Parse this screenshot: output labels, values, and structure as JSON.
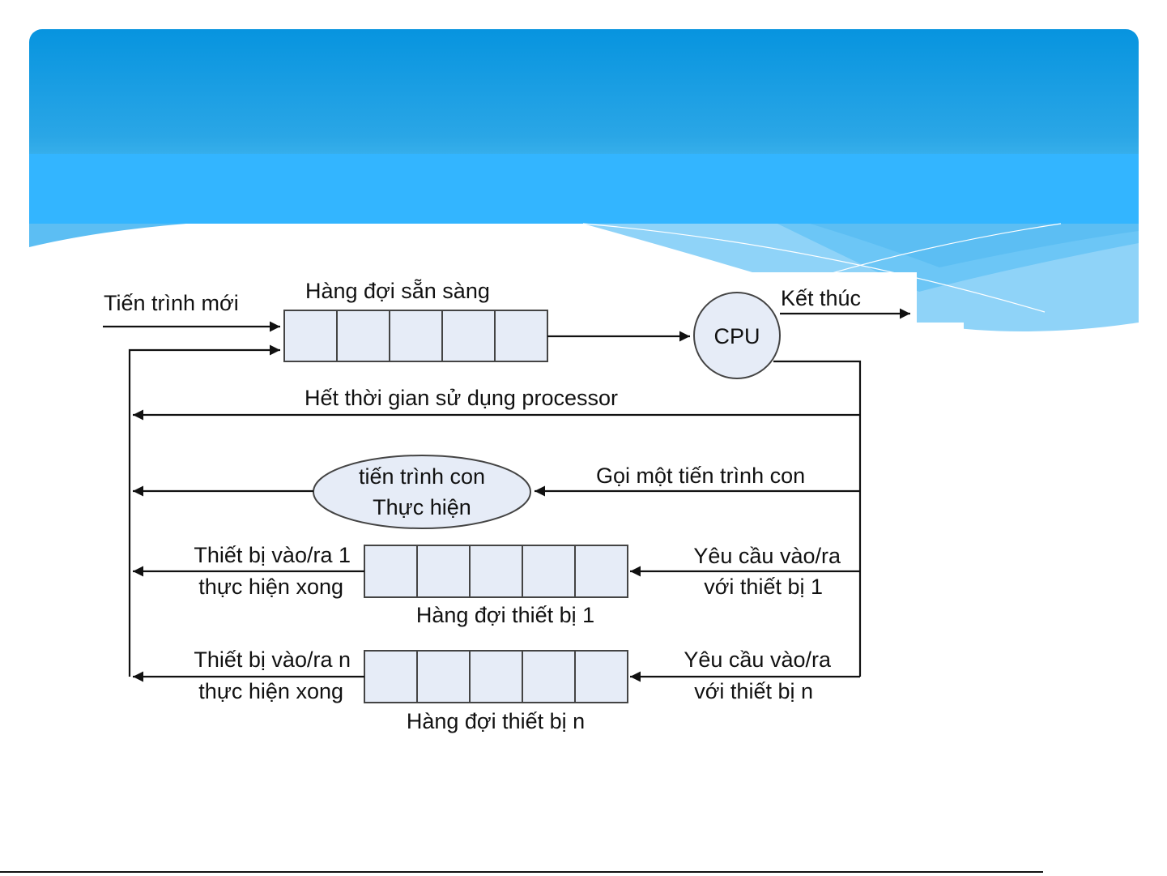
{
  "slide": {
    "theme_colors": {
      "header_top": "#0794df",
      "header_bottom": "#33b5ff",
      "wave_light": "#8fd3f8",
      "box_fill": "#e6ecf7",
      "line": "#111111"
    }
  },
  "diagram": {
    "new_process_label": "Tiến trình mới",
    "ready_queue": {
      "label": "Hàng đợi sẵn sàng",
      "slots": 5
    },
    "cpu": {
      "label": "CPU"
    },
    "exit_label": "Kết thúc",
    "time_slice_label": "Hết thời gian sử dụng processor",
    "child_process": {
      "call_label": "Gọi một tiến trình con",
      "node_line1": "tiến trình con",
      "node_line2": "Thực hiện"
    },
    "device_1": {
      "request_line1": "Yêu cầu vào/ra",
      "request_line2": "với thiết bị 1",
      "done_line1": "Thiết bị vào/ra 1",
      "done_line2": "thực hiện xong",
      "queue_label": "Hàng đợi thiết bị 1",
      "slots": 5
    },
    "device_n": {
      "request_line1": "Yêu cầu vào/ra",
      "request_line2": "với thiết bị n",
      "done_line1": "Thiết bị vào/ra n",
      "done_line2": "thực hiện xong",
      "queue_label": "Hàng đợi thiết bị n",
      "slots": 5
    }
  }
}
